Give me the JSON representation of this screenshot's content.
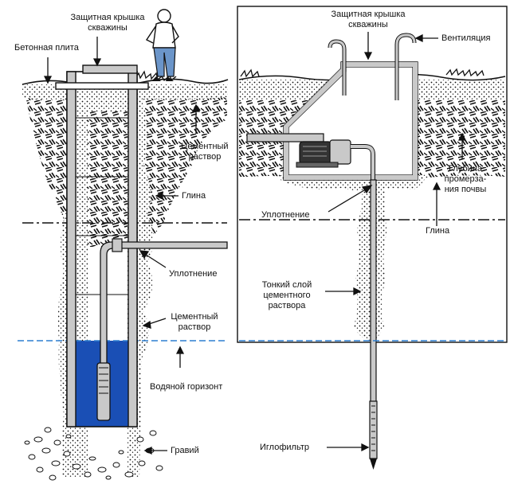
{
  "left_diagram": {
    "well_cap": [
      "Защитная крышка",
      "скважины"
    ],
    "concrete_slab": "Бетонная плита",
    "cement_mortar_top": [
      "Цементный",
      "раствор"
    ],
    "clay": "Глина",
    "seal": "Уплотнение",
    "cement_mortar_bottom": [
      "Цементный",
      "раствор"
    ],
    "water_table": "Водяной горизонт",
    "gravel": "Гравий"
  },
  "right_diagram": {
    "well_cap": [
      "Защитная крышка",
      "скважины"
    ],
    "ventilation": "Вентиляция",
    "seal": "Уплотнение",
    "frost_depth": [
      "Глубина",
      "промерза-",
      "ния почвы"
    ],
    "clay": "Глина",
    "thin_cement": [
      "Тонкий слой",
      "цементного",
      "раствора"
    ],
    "wellpoint": "Иглофильтр"
  },
  "colors": {
    "water": "#1a4fb5",
    "water_line": "#2d7fd0",
    "pipe_fill": "#c9c9c9",
    "outline": "#111111"
  }
}
